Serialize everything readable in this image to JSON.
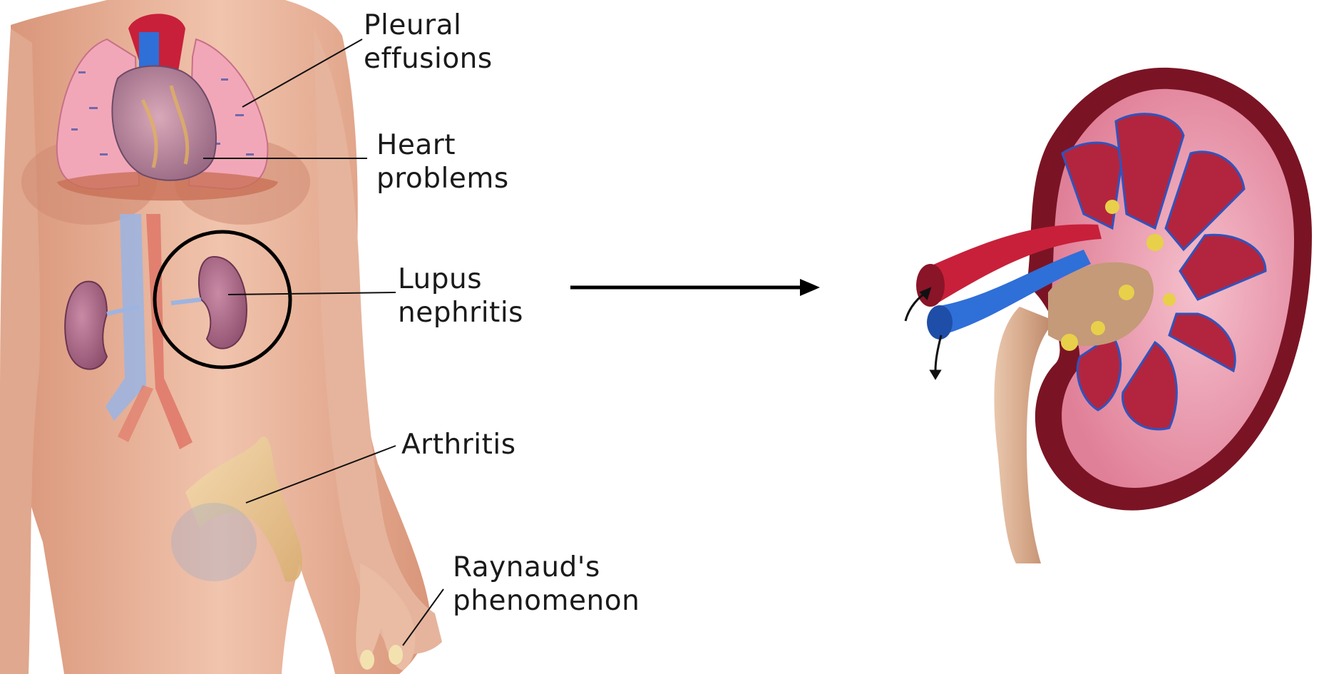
{
  "labels": {
    "pleural": {
      "line1": "Pleural",
      "line2": "effusions"
    },
    "heart": {
      "line1": "Heart",
      "line2": "problems"
    },
    "lupus": {
      "line1": "Lupus",
      "line2": "nephritis"
    },
    "arthritis": {
      "line1": "Arthritis"
    },
    "raynaud": {
      "line1": "Raynaud's",
      "line2": "phenomenon"
    }
  },
  "icons": {
    "body": "female-anatomy-illustration",
    "kidney": "kidney-cross-section-illustration",
    "arrow": "right-arrow",
    "highlight": "circle-highlight"
  },
  "colors": {
    "skin": "#e8b39a",
    "lung": "#f2a7b8",
    "artery": "#c8203a",
    "vein": "#2f6fd8",
    "kidney_outer": "#7a1424",
    "kidney_cortex": "#e58aa0",
    "kidney_pyramid": "#b3253e"
  }
}
